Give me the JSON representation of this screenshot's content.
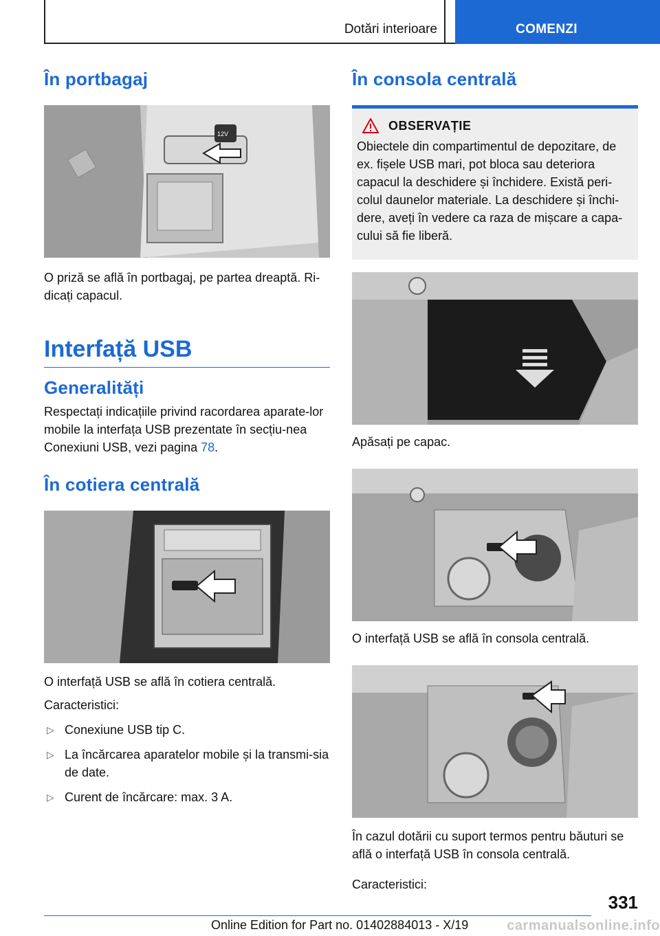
{
  "header": {
    "section": "Dotări interioare",
    "tab": "COMENZI"
  },
  "left": {
    "h_trunk": "În portbagaj",
    "trunk_text": "O priză se află în portbagaj, pe partea dreaptă. Ri-dicați capacul.",
    "h_usb": "Interfață USB",
    "h_general": "Generalități",
    "general_text_pre": "Respectați indicațiile privind racordarea aparate-lor mobile la interfața USB prezentate în secțiu-nea Conexiuni USB, vezi pagina ",
    "general_link": "78",
    "general_text_post": ".",
    "h_armrest": "În cotiera centrală",
    "armrest_text": "O interfață USB se află în cotiera centrală.",
    "features_label": "Caracteristici:",
    "features": [
      "Conexiune USB tip C.",
      "La încărcarea aparatelor mobile și la transmi-sia de date.",
      "Curent de încărcare: max. 3 A."
    ]
  },
  "right": {
    "h_console": "În consola centrală",
    "note_title": "OBSERVAȚIE",
    "note_text": "Obiectele din compartimentul de depozitare, de ex. fișele USB mari, pot bloca sau deteriora capacul la deschidere și închidere. Există peri-colul daunelor materiale. La deschidere și închi-dere, aveți în vedere ca raza de mișcare a capa-cului să fie liberă.",
    "press_text": "Apăsați pe capac.",
    "console_text": "O interfață USB se află în consola centrală.",
    "thermos_text": "În cazul dotării cu suport termos pentru băuturi se află o interfață USB în consola centrală.",
    "features_label": "Caracteristici:"
  },
  "footer": {
    "page_number": "331",
    "edition": "Online Edition for Part no. 01402884013 - X/19",
    "watermark": "carmanualsonline.info"
  },
  "icons": {
    "warning": "warning-triangle-icon",
    "bullet": "triangle-right-icon"
  },
  "colors": {
    "accent": "#1c69d4",
    "note_bg": "#eeeeee"
  }
}
